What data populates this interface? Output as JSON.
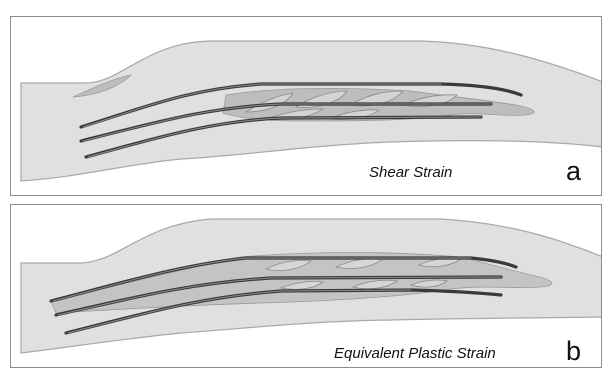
{
  "panels": [
    {
      "label": "Shear Strain",
      "letter": "a"
    },
    {
      "label": "Equivalent Plastic Strain",
      "letter": "b"
    }
  ],
  "colors": {
    "body_fill": "#e0e0e0",
    "body_outline": "#a8a8a8",
    "zone_fill": "#bdbdbd",
    "layer_stroke": "#3a3a3a",
    "frame": "#8c8c8c"
  }
}
